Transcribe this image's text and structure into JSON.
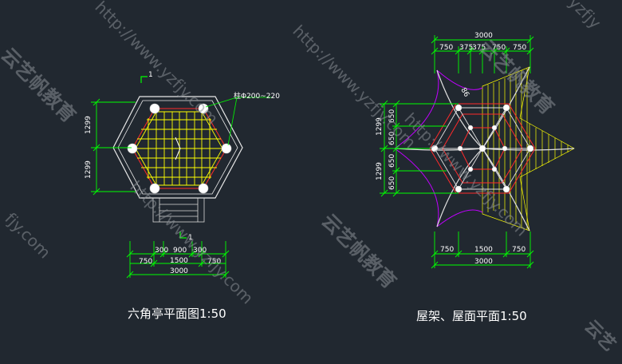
{
  "left_plan": {
    "title": "六角亭平面图1:50",
    "column_label": "柱Φ200~220",
    "section_mark": "1",
    "dims_bottom_row1": [
      "750",
      "300",
      "900",
      "300",
      "750"
    ],
    "dims_bottom_row1b": "1500",
    "dims_bottom_total": "3000",
    "dims_left": [
      "1299",
      "1299"
    ]
  },
  "right_plan": {
    "title": "屋架、屋面平面1:50",
    "dims_top_total": "3000",
    "dims_top_row": [
      "750",
      "375",
      "375",
      "750",
      "750"
    ],
    "dims_bottom_row": [
      "750",
      "1500",
      "750"
    ],
    "dims_bottom_total": "3000",
    "dims_left_outer": [
      "1299",
      "1299"
    ],
    "dims_left_inner": [
      "650",
      "650",
      "650",
      "650"
    ],
    "angle_label": "86"
  },
  "watermarks": {
    "url": "http://www.yzfjy.com",
    "url_fragment": "fjy.com",
    "url_fragment2": "yzfjy",
    "brand": "云艺帆教育"
  },
  "colors": {
    "background": "#212830",
    "dimension": "#00ff00",
    "structure": "#ffff00",
    "outline": "#ff0000",
    "roof_purple": "#c000ff"
  }
}
